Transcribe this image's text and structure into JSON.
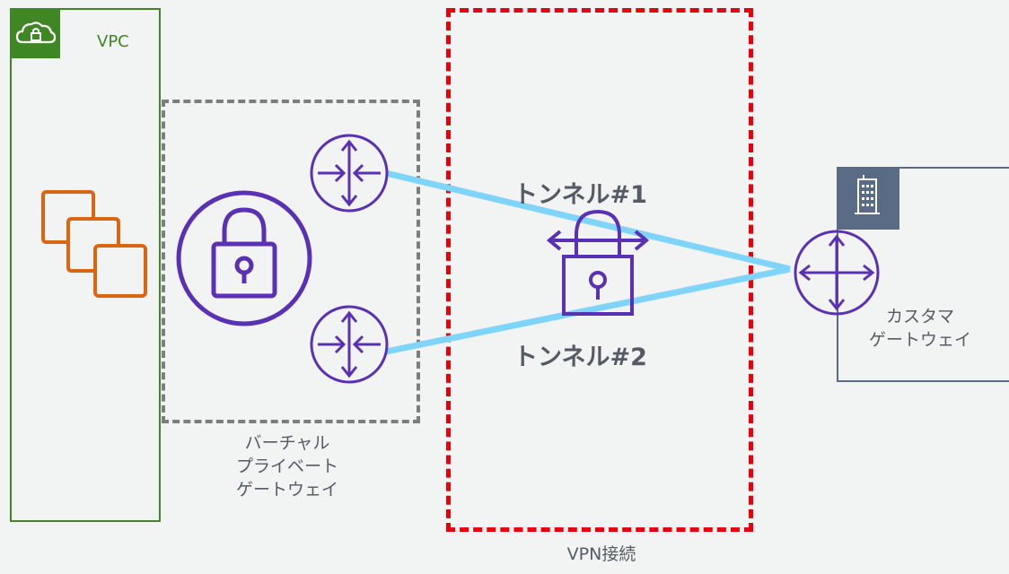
{
  "vpc": {
    "label": "VPC",
    "icon": "cloud-lock-icon",
    "color": "#3f8624"
  },
  "virtual_private_gateway": {
    "label_lines": [
      "バーチャル",
      "プライベート",
      "ゲートウェイ"
    ],
    "icon": "lock-circle-icon"
  },
  "tunnels": [
    {
      "label": "トンネル#1"
    },
    {
      "label": "トンネル#2"
    }
  ],
  "vpn_connection": {
    "label": "VPN接続",
    "border_color": "#e8000b"
  },
  "customer_gateway": {
    "label_lines": [
      "カスタマ",
      "ゲートウェイ"
    ],
    "icon": "building-icon"
  },
  "colors": {
    "tunnel_line": "#7fd4f9",
    "icon_purple": "#5a30b5",
    "ec2_orange": "#d86613"
  }
}
